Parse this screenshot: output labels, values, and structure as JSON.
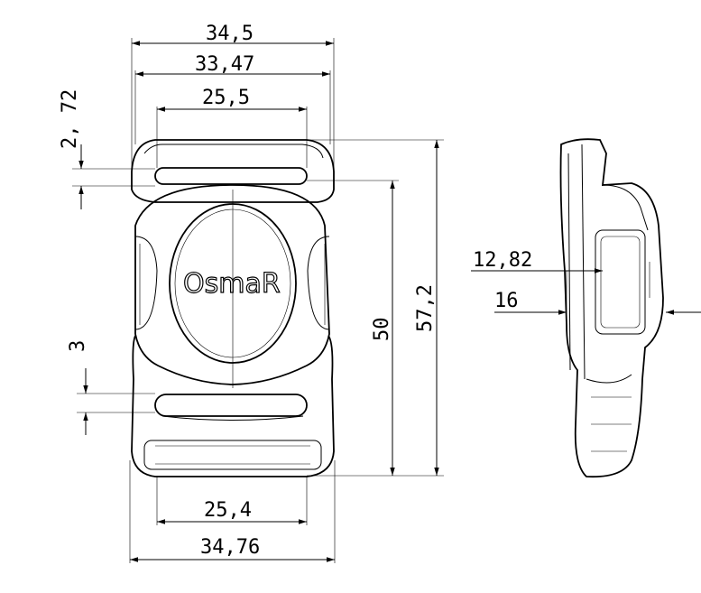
{
  "drawing": {
    "logo_text": "OsmaR",
    "dimensions": {
      "overall_width_top": "34,5",
      "inner_width_top": "33,47",
      "slot_width_top": "25,5",
      "slot_gap_top": "2, 72",
      "overall_height": "57,2",
      "body_height": "50",
      "slot_gap_bottom": "3",
      "slot_width_bottom": "25,4",
      "overall_width_bottom": "34,76",
      "side_thickness_inner": "12,82",
      "side_thickness_outer": "16"
    }
  }
}
